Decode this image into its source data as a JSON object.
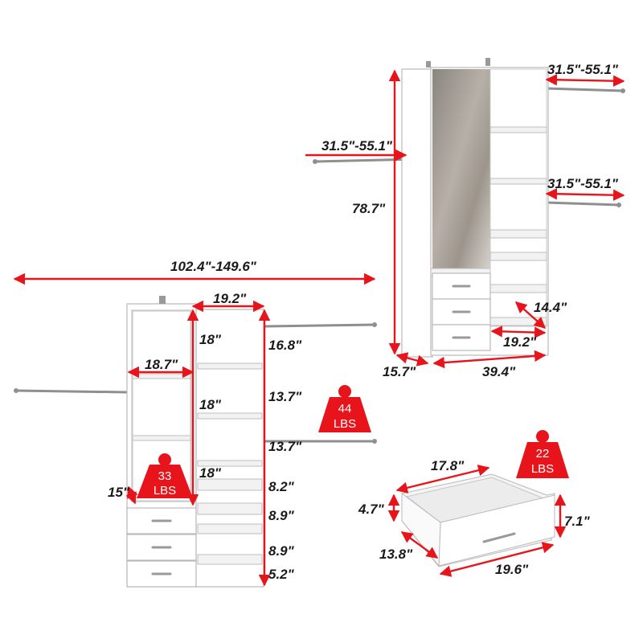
{
  "top_unit": {
    "rod_left_length": "31.5\"-55.1\"",
    "rod_right_upper_length": "31.5\"-55.1\"",
    "rod_right_lower_length": "31.5\"-55.1\"",
    "height": "78.7\"",
    "depth": "15.7\"",
    "width": "39.4\"",
    "shelf_section_width": "19.2\"",
    "shelf_depth": "14.4\""
  },
  "overall_width": "102.4\"-149.6\"",
  "bottom_unit": {
    "shelf_section_width": "19.2\"",
    "mirror_section_width": "18.7\"",
    "mirror_depth": "15\"",
    "left_gap_1": "18\"",
    "left_gap_2": "18\"",
    "left_gap_3": "18\"",
    "right_gap_1": "16.8\"",
    "right_gap_2": "13.7\"",
    "right_gap_3": "13.7\"",
    "right_gap_4": "8.2\"",
    "right_gap_5": "8.9\"",
    "right_gap_6": "8.9\"",
    "right_gap_7": "5.2\"",
    "load_left": {
      "value": "33",
      "unit": "LBS"
    },
    "load_rod": {
      "value": "44",
      "unit": "LBS"
    }
  },
  "drawer": {
    "width_top": "17.8\"",
    "height_front": "4.7\"",
    "depth": "13.8\"",
    "width_front": "19.6\"",
    "height_side": "7.1\"",
    "load": {
      "value": "22",
      "unit": "LBS"
    }
  },
  "colors": {
    "dimension_red": "#e8141b",
    "panel": "#ffffff",
    "edge": "#b9b9b9"
  }
}
